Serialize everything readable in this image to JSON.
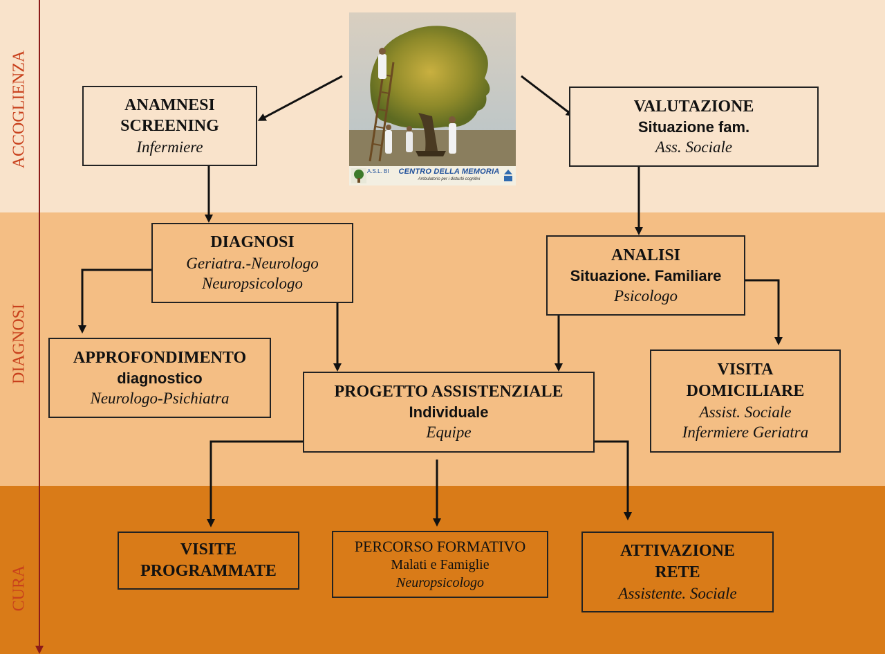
{
  "phases": {
    "accoglienza": "ACCOGLIENZA",
    "diagnosi": "DIAGNOSI",
    "cura": "CURA"
  },
  "logo": {
    "title": "CENTRO DELLA MEMORIA",
    "subtitle": "Ambulatorio per i disturbi cognitivi",
    "asl": "A.S.L. BI"
  },
  "boxes": {
    "anamnesi": {
      "line1": "ANAMNESI",
      "line2": "SCREENING",
      "role": "Infermiere"
    },
    "valutazione": {
      "line1": "VALUTAZIONE",
      "line2": "Situazione fam.",
      "role": "Ass. Sociale"
    },
    "diagnosi": {
      "line1": "DIAGNOSI",
      "role1": "Geriatra.-Neurologo",
      "role2": "Neuropsicologo"
    },
    "analisi": {
      "line1": "ANALISI",
      "line2": "Situazione. Familiare",
      "role": "Psicologo"
    },
    "approfondimento": {
      "line1": "APPROFONDIMENTO",
      "line2": "diagnostico",
      "role": "Neurologo-Psichiatra"
    },
    "progetto": {
      "line1": "PROGETTO ASSISTENZIALE",
      "line2": "Individuale",
      "role": "Equipe"
    },
    "visita": {
      "line1": "VISITA",
      "line2": "DOMICILIARE",
      "role1": "Assist. Sociale",
      "role2": "Infermiere Geriatra"
    },
    "visite": {
      "line1": "VISITE",
      "line2": "PROGRAMMATE"
    },
    "percorso": {
      "line1": "PERCORSO FORMATIVO",
      "line2": "Malati e Famiglie",
      "role": "Neuropsicologo"
    },
    "attivazione": {
      "line1": "ATTIVAZIONE",
      "line2": "RETE",
      "role": "Assistente. Sociale"
    }
  },
  "colors": {
    "band_accoglienza": "#f9e3cb",
    "band_diagnosi": "#f4be84",
    "band_cura": "#d97b18",
    "phase_label": "#c8401c",
    "timeline_axis": "#8b1a1a"
  }
}
